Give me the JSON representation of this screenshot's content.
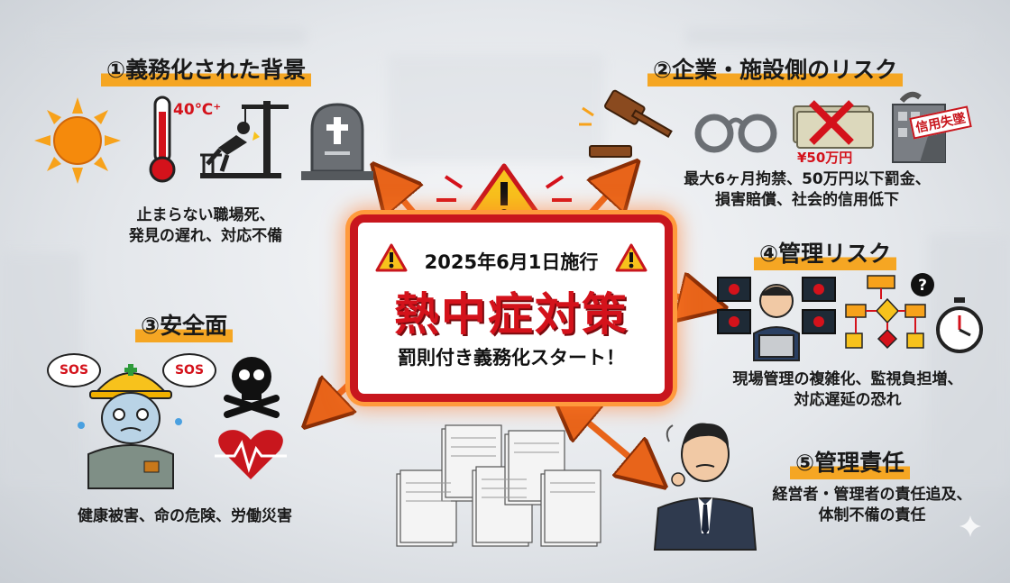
{
  "center": {
    "date": "2025年6月1日施行",
    "title": "熱中症対策",
    "subtitle": "罰則付き義務化スタート！"
  },
  "sections": {
    "background": {
      "heading": "①義務化された背景",
      "temp_label": "40℃⁺",
      "caption": [
        "止まらない職場死、",
        "発見の遅れ、対応不備"
      ]
    },
    "corporate_risk": {
      "heading": "②企業・施設側のリスク",
      "fine_label": "¥50万円",
      "stamp_label": "信用失墜",
      "caption": [
        "最大6ヶ月拘禁、50万円以下罰金、",
        "損害賠償、社会的信用低下"
      ]
    },
    "safety": {
      "heading": "③安全面",
      "sos_left": "SOS",
      "sos_right": "SOS",
      "caption": [
        "健康被害、命の危険、労働災害"
      ]
    },
    "management_risk": {
      "heading": "④管理リスク",
      "caption": [
        "現場管理の複雑化、監視負担増、",
        "対応遅延の恐れ"
      ]
    },
    "management_responsibility": {
      "heading": "⑤管理責任",
      "caption": [
        "経営者・管理者の責任追及、",
        "体制不備の責任"
      ]
    }
  },
  "colors": {
    "accent_red": "#d4121b",
    "highlight_orange": "#f5a623",
    "arrow_orange": "#e8641a",
    "warning_yellow": "#f7c21c"
  }
}
